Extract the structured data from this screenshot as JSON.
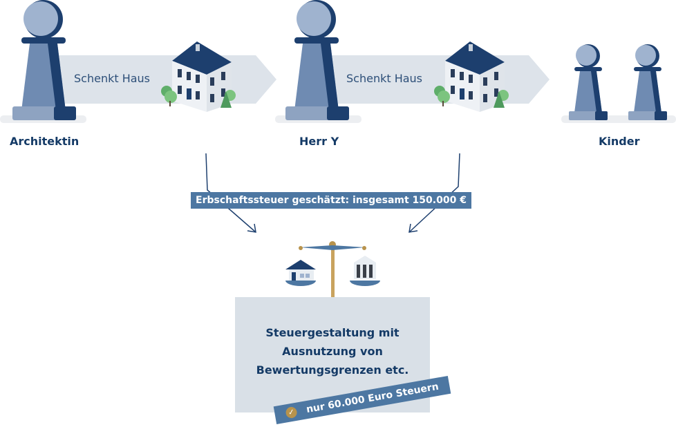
{
  "persons": [
    {
      "label": "Architektin"
    },
    {
      "label": "Herr Y"
    },
    {
      "label": "Kinder"
    }
  ],
  "arrows": [
    {
      "label": "Schenkt Haus"
    },
    {
      "label": "Schenkt Haus"
    }
  ],
  "tax_banner": "Erbschaftssteuer geschätzt: insgesamt 150.000 €",
  "box": {
    "lines": [
      "Steuergestaltung mit",
      "Ausnutzung von",
      "Bewertungsgrenzen etc."
    ]
  },
  "result_ribbon": {
    "icon": "check-icon",
    "text": "nur 60.000 Euro Steuern"
  },
  "colors": {
    "navy": "#143a66",
    "pawn_light": "#8fa6c4",
    "pawn_mid": "#6b86ad",
    "banner": "#4d77a2",
    "gold": "#b8934c",
    "box": "#d9e0e7"
  }
}
